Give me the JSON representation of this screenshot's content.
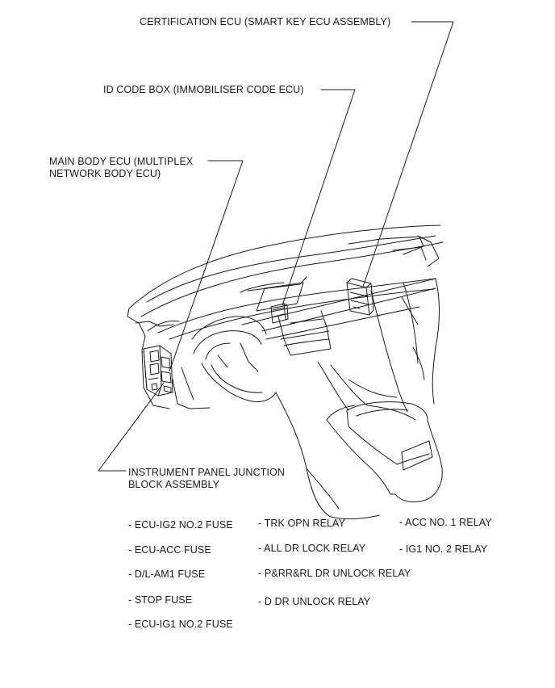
{
  "callouts": {
    "certification": "CERTIFICATION  ECU (SMART KEY ECU ASSEMBLY)",
    "id_code_box": "ID CODE BOX (IMMOBILISER CODE ECU)",
    "main_body_line1": "MAIN BODY ECU (MULTIPLEX",
    "main_body_line2": "NETWORK BODY ECU)",
    "junction_line1": "INSTRUMENT  PANEL JUNCTION",
    "junction_line2": "BLOCK ASSEMBLY"
  },
  "component_list": {
    "col1": [
      "- ECU-IG2 NO.2 FUSE",
      "- ECU-ACC FUSE",
      "- D/L-AM1 FUSE",
      "- STOP FUSE",
      "- ECU-IG1 NO.2 FUSE"
    ],
    "col2": [
      "- TRK OPN RELAY",
      "- ALL DR LOCK RELAY",
      "- P&RR&RL DR UNLOCK RELAY",
      "- D DR UNLOCK RELAY"
    ],
    "col3": [
      "- ACC NO. 1 RELAY",
      "- IG1 NO. 2 RELAY"
    ]
  }
}
